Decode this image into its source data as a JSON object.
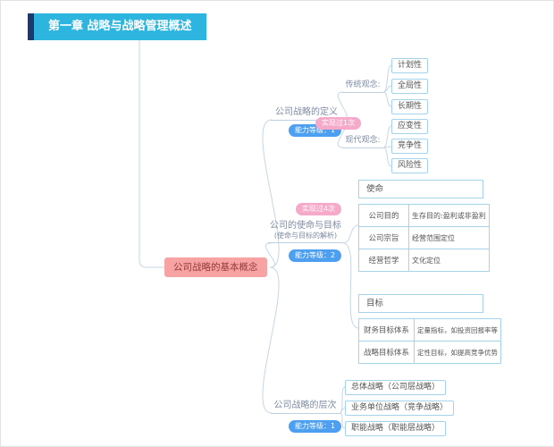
{
  "page": {
    "title": "第一章 战略与战略管理概述"
  },
  "root": {
    "label": "公司战略的基本概念"
  },
  "branches": {
    "definition": {
      "label": "公司战略的定义",
      "level_badge": "能力等级：1",
      "traditional": {
        "label": "传统观念:",
        "items": [
          "计划性",
          "全局性",
          "长期性"
        ]
      },
      "modern": {
        "badge": "实现过1次",
        "label": "现代观念:",
        "items": [
          "应变性",
          "竞争性",
          "风险性"
        ]
      }
    },
    "mission": {
      "badge": "实现过4次",
      "label": "公司的使命与目标",
      "sublabel": "(使命与目标的解析)",
      "level_badge": "能力等级：2",
      "mission_table": {
        "header": "使命",
        "rows": [
          {
            "key": "公司目的",
            "value": "生存目的:盈利或非盈利"
          },
          {
            "key": "公司宗旨",
            "value": "经营范围定位"
          },
          {
            "key": "经营哲学",
            "value": "文化定位"
          }
        ]
      },
      "goal_table": {
        "header": "目标",
        "rows": [
          {
            "key": "财务目标体系",
            "value": "定量指标，如投资回报率等"
          },
          {
            "key": "战略目标体系",
            "value": "定性目标，如提高竞争优势"
          }
        ]
      }
    },
    "levels": {
      "label": "公司战略的层次",
      "level_badge": "能力等级：1",
      "items": [
        "总体战略（公司层战略）",
        "业务单位战略（竞争战略）",
        "职能战略（职能层战略）"
      ]
    }
  },
  "colors": {
    "title_bg": "#2db5e0",
    "title_accent": "#1d3a6e",
    "root_bg": "#f7a3a3",
    "badge_blue": "#4d9ff2",
    "badge_pink": "#f6a9c9",
    "node_border": "#a5d3ec",
    "connector": "#c6d6e4"
  }
}
